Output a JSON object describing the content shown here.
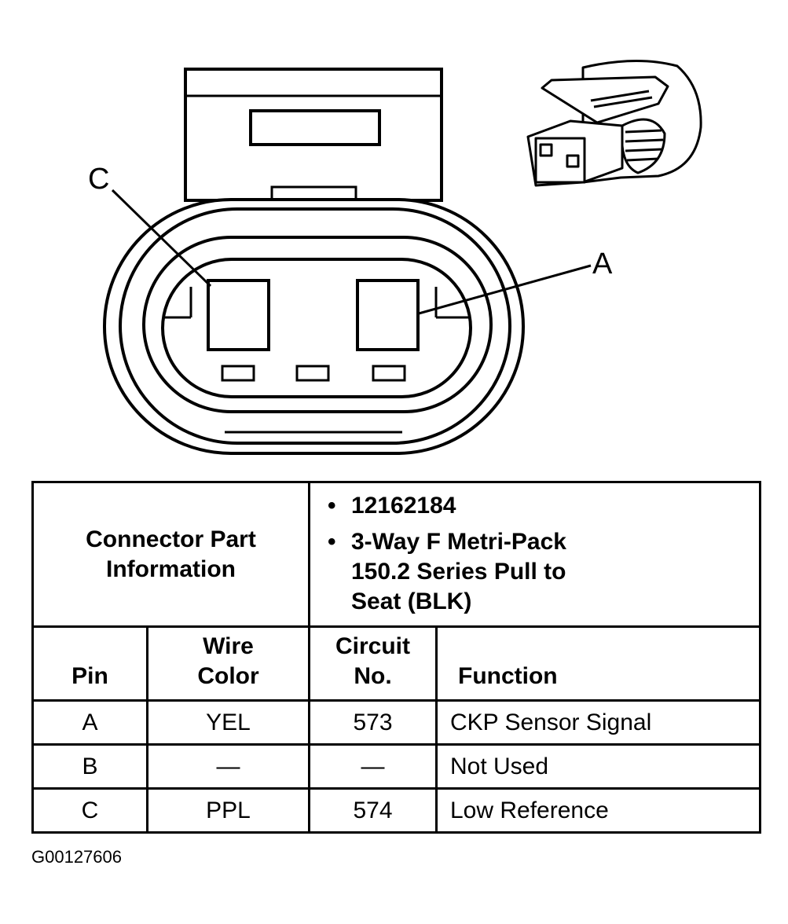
{
  "diagram": {
    "pin_labels": {
      "c": "C",
      "a": "A"
    }
  },
  "connector_info": {
    "label": "Connector Part Information",
    "values": [
      "12162184",
      "3-Way F Metri-Pack 150.2 Series Pull to Seat (BLK)"
    ]
  },
  "table": {
    "headers": [
      "Pin",
      "Wire Color",
      "Circuit No.",
      "Function"
    ],
    "rows": [
      {
        "pin": "A",
        "wire_color": "YEL",
        "circuit": "573",
        "function": "CKP Sensor Signal"
      },
      {
        "pin": "B",
        "wire_color": "—",
        "circuit": "—",
        "function": "Not Used"
      },
      {
        "pin": "C",
        "wire_color": "PPL",
        "circuit": "574",
        "function": "Low Reference"
      }
    ]
  },
  "figure_id": "G00127606"
}
